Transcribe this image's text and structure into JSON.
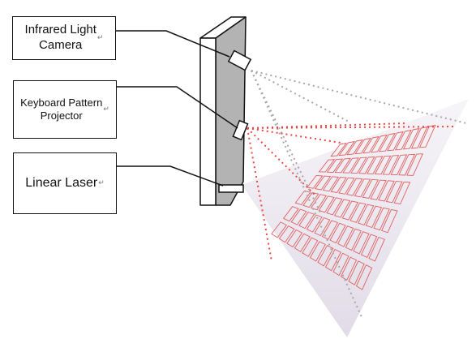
{
  "labels": {
    "camera": "Infrared Light\nCamera",
    "projector": "Keyboard Pattern\nProjector",
    "laser": "Linear Laser"
  },
  "para_mark": "↵",
  "colors": {
    "outline": "#111111",
    "device_side": "#b3b3b3",
    "beam_camera": "#a8a8a8",
    "beam_projector": "#ee4444",
    "keyboard_keys": "#e06060",
    "laser_fan": "#ece8f2",
    "laser_fan_dark": "#c9c2d4",
    "background": "#ffffff"
  },
  "keyboard": {
    "rows": 6,
    "columns": 12
  }
}
